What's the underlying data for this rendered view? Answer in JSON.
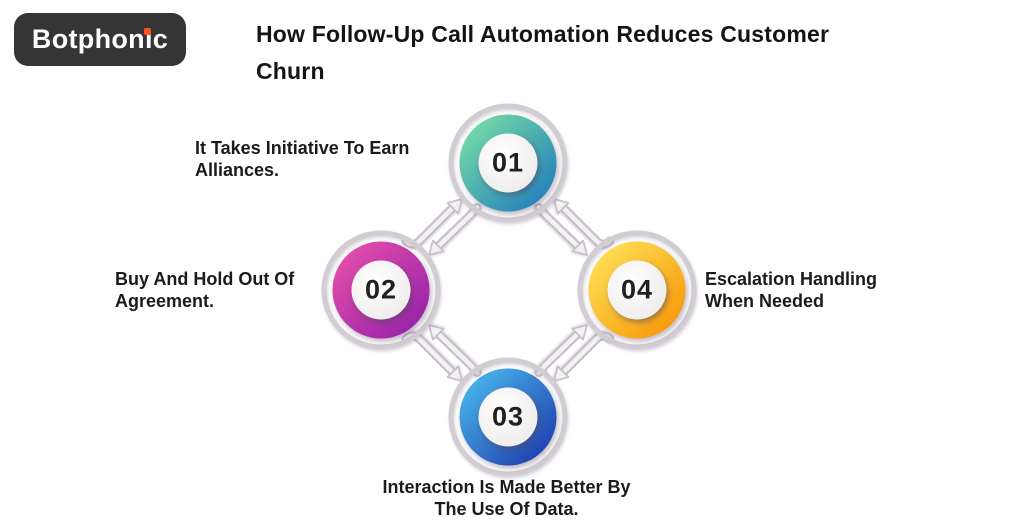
{
  "logo": {
    "text": "Botphonic",
    "bg_color": "#353535",
    "text_color": "#ffffff",
    "accent_color": "#f4561d"
  },
  "title": "How Follow-Up Call Automation Reduces Customer Churn",
  "steps": [
    {
      "number": "01",
      "label": "It Takes Initiative To Earn Alliances.",
      "ring_colors": [
        "#7fe7a2",
        "#1874bf"
      ]
    },
    {
      "number": "02",
      "label": "Buy And Hold Out Of Agreement.",
      "ring_colors": [
        "#ef52ab",
        "#8c1ea9"
      ]
    },
    {
      "number": "03",
      "label": "Interaction Is Made Better By The Use Of Data.",
      "ring_colors": [
        "#4cc5f2",
        "#1b2fa8"
      ]
    },
    {
      "number": "04",
      "label": "Escalation Handling When Needed",
      "ring_colors": [
        "#ffe95e",
        "#f78f01"
      ]
    }
  ],
  "diagram": {
    "connector_color": "#d2cdd3",
    "arrow_edge_color": "#c6c0c7",
    "arrow_fill_color": "#f3f1f4",
    "inner_circle_color": "#fbfaf9",
    "number_color": "#202020",
    "arrow_style": "bidirectional"
  },
  "text_color": "#1b1b1b"
}
